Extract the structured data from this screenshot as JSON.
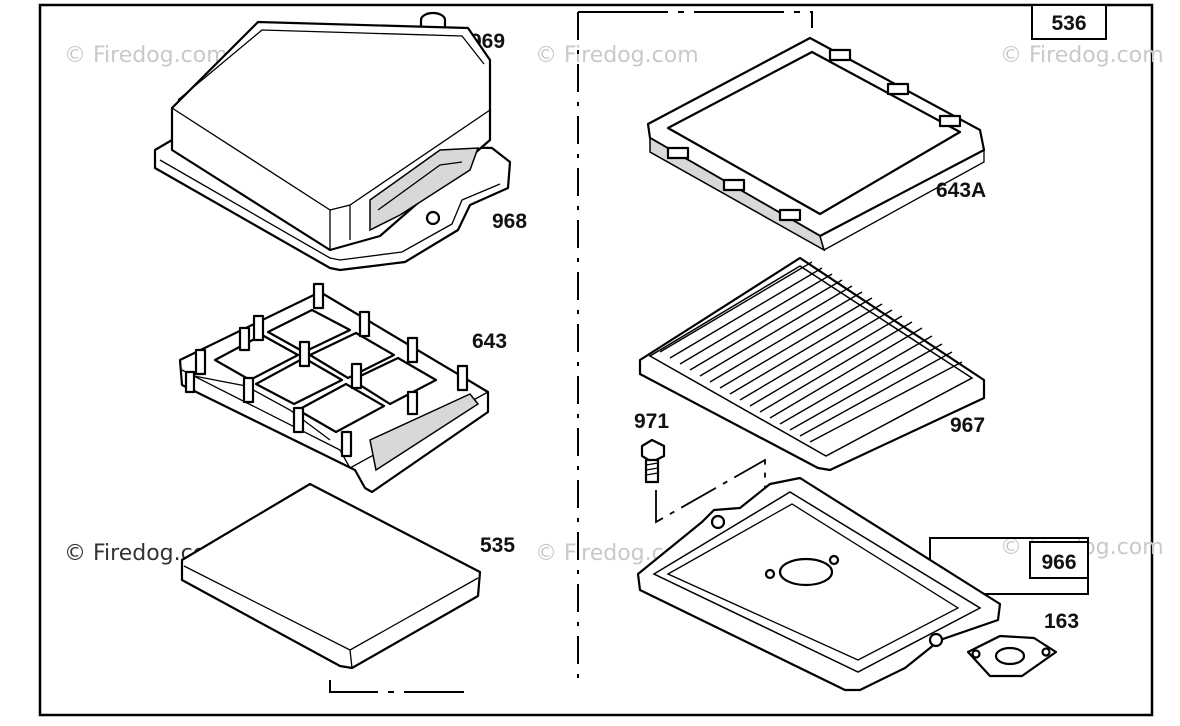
{
  "diagram": {
    "ref_numbers": {
      "main_group": "536",
      "sub_group": "966"
    },
    "part_labels": {
      "p969": "969",
      "p968": "968",
      "p643": "643",
      "p535": "535",
      "p643a": "643A",
      "p967": "967",
      "p971": "971",
      "p163": "163"
    },
    "watermarks": {
      "w1": "© Firedog.com",
      "w2": "© Firedog.com",
      "w3": "© Firedog.com",
      "w4": "© Firedog.com",
      "w5": "© Firedog.com",
      "w6": "© Firedog.com"
    }
  }
}
